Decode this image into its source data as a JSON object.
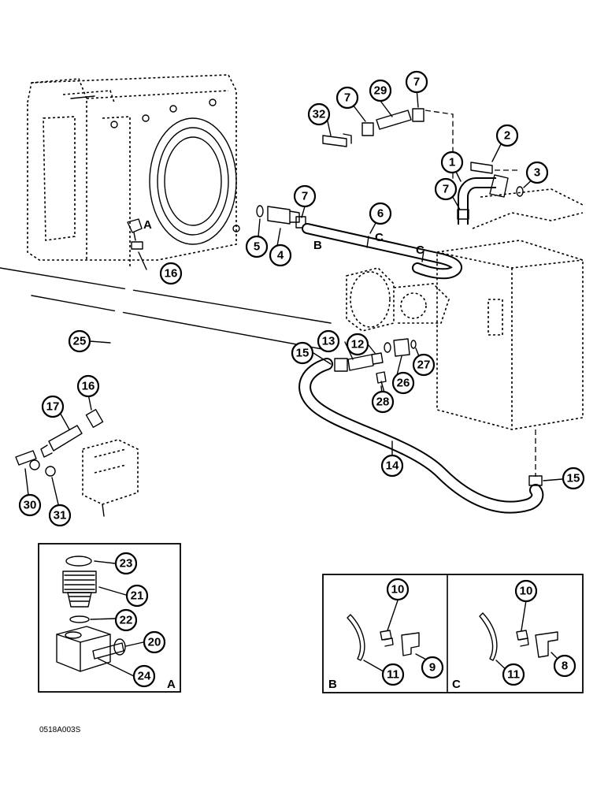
{
  "callouts": {
    "c1": "1",
    "c2": "2",
    "c3": "3",
    "c4": "4",
    "c5": "5",
    "c6": "6",
    "c7": "7",
    "c8": "8",
    "c9": "9",
    "c10": "10",
    "c11": "11",
    "c12": "12",
    "c13": "13",
    "c14": "14",
    "c15": "15",
    "c16": "16",
    "c17": "17",
    "c20": "20",
    "c21": "21",
    "c22": "22",
    "c23": "23",
    "c24": "24",
    "c25": "25",
    "c26": "26",
    "c27": "27",
    "c28": "28",
    "c29": "29",
    "c30": "30",
    "c31": "31",
    "c32": "32"
  },
  "letters": {
    "a": "A",
    "b": "B",
    "c": "C"
  },
  "drawing_code": "0518A003S"
}
